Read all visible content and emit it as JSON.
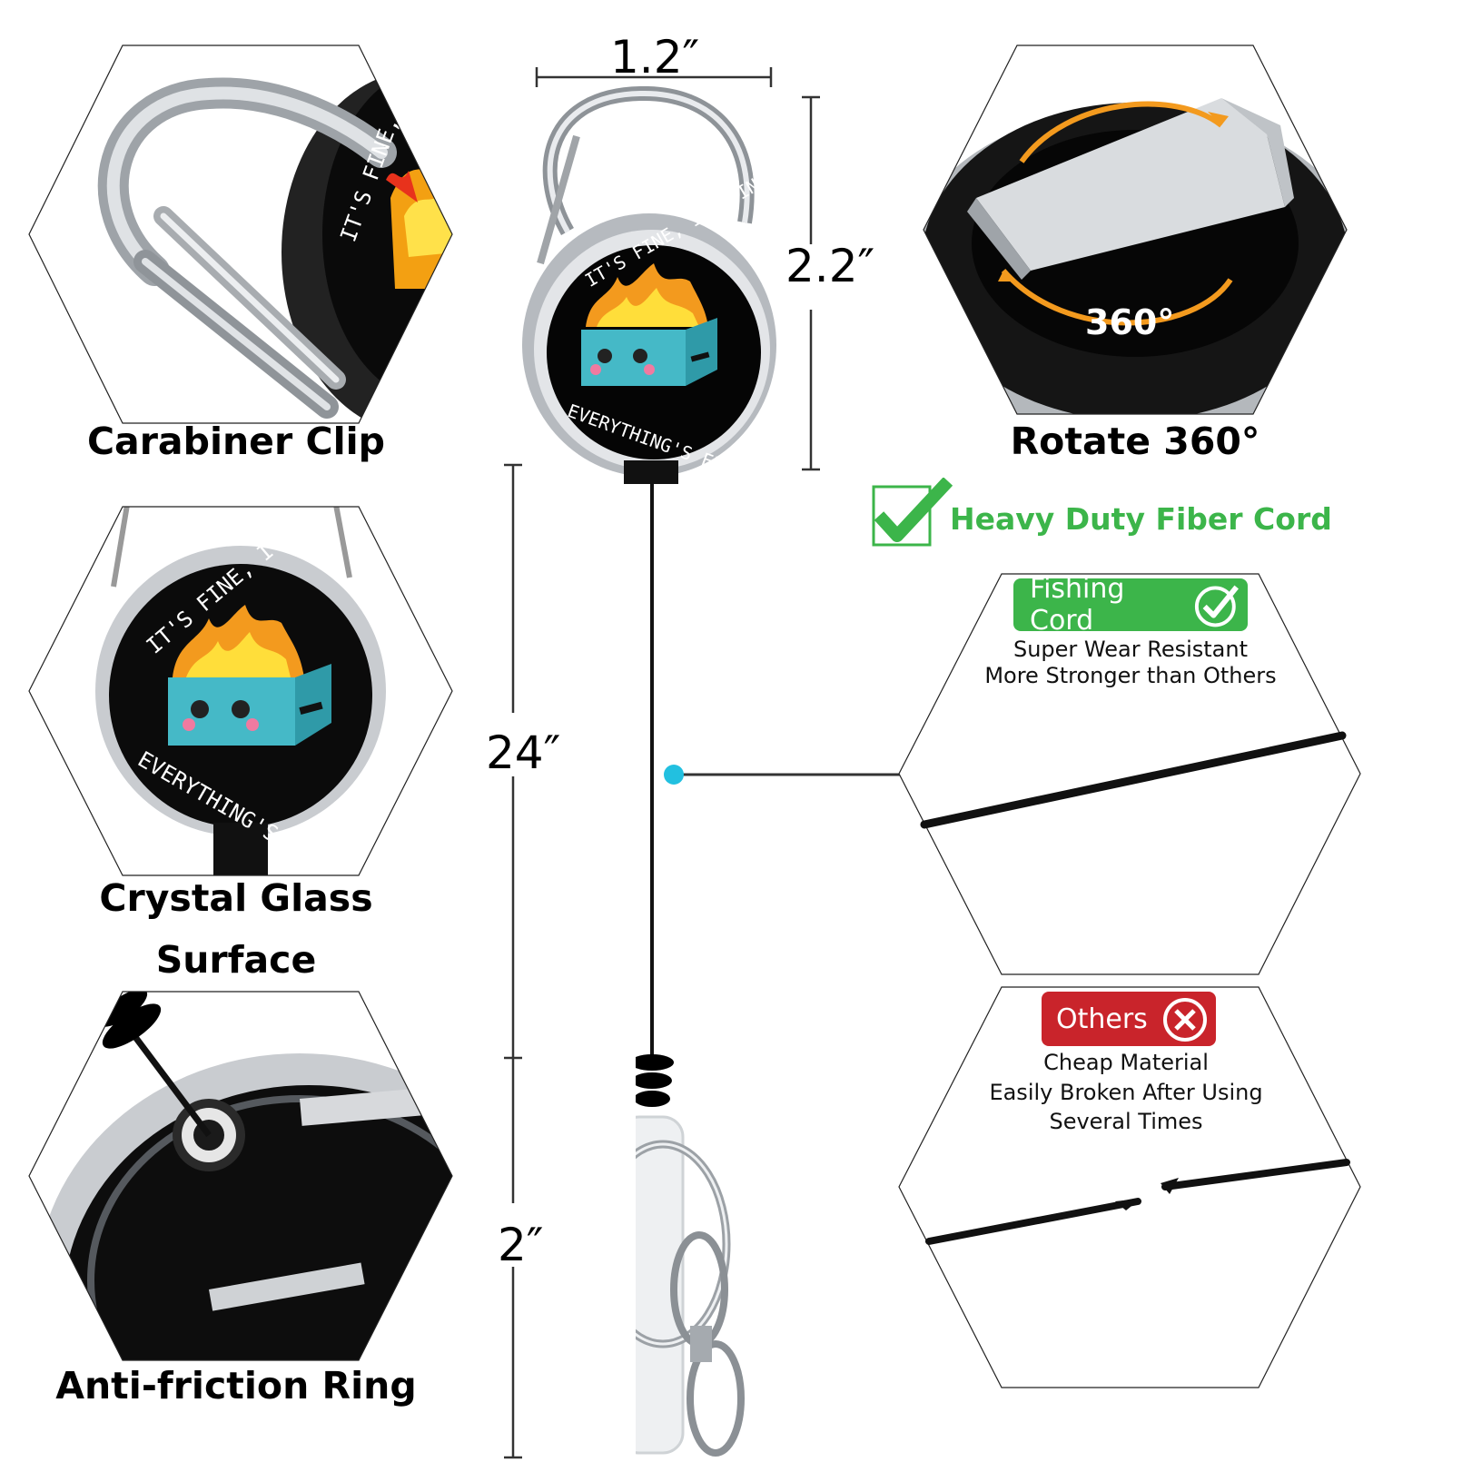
{
  "features": {
    "carabiner_label": "Carabiner Clip",
    "rotate_label": "Rotate 360°",
    "rotate_badge": "360°",
    "crystal_label_line1": "Crystal Glass",
    "crystal_label_line2": "Surface",
    "antifriction_label": "Anti-friction Ring",
    "heavy_duty_label": "Heavy Duty Fiber Cord"
  },
  "badge_text": {
    "top": "IT'S FINE, I'M FINE",
    "bottom": "EVERYTHING'S FINE."
  },
  "dimensions": {
    "width": "1.2″",
    "height": "2.2″",
    "cord": "24″",
    "clip": "2″"
  },
  "comparison": {
    "good": {
      "title": "Fishing Cord",
      "line1": "Super Wear Resistant",
      "line2": "More Stronger than Others"
    },
    "bad": {
      "title": "Others",
      "line1": "Cheap Material",
      "line2": "Easily Broken After Using",
      "line3": "Several Times"
    }
  },
  "colors": {
    "green": "#3cb54a",
    "red": "#c9242b",
    "accent_cyan": "#22c0e0",
    "orange_arrow": "#f39a1e"
  }
}
